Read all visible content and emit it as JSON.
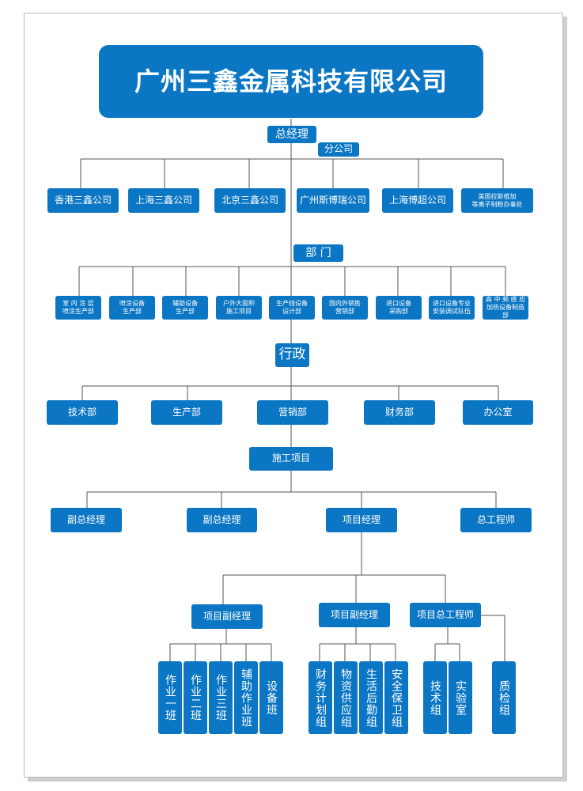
{
  "company_title": "广州三鑫金属科技有限公司",
  "general_manager": "总经理",
  "branch": {
    "label": "分公司",
    "items": [
      "香港三鑫公司",
      "上海三鑫公司",
      "北京三鑫公司",
      "广州斯博瑞公司",
      "上海博超公司",
      "美国拉斯维加\n等离子制粉办事处"
    ]
  },
  "departments": {
    "label": "部 门",
    "items": [
      "室 内 涂 层\n喷涂生产部",
      "喷涂设备\n生产部",
      "辅助设备\n生产部",
      "户外大面积\n施工项目",
      "生产线设备\n设计部",
      "国内外销售\n营销部",
      "进口设备\n采购部",
      "进口设备专业\n安装调试队伍",
      "高 中 频 感 应\n加热设备制造部"
    ]
  },
  "admin": {
    "label": "行政",
    "items": [
      "技术部",
      "生产部",
      "营销部",
      "财务部",
      "办公室"
    ]
  },
  "construction": {
    "label": "施工项目",
    "items": [
      "副总经理",
      "副总经理",
      "项目经理",
      "总工程师"
    ]
  },
  "project": {
    "deputy_manager_a": "项目副经理",
    "deputy_manager_b": "项目副经理",
    "chief_engineer": "项目总工程师",
    "group_a": [
      "作业一班",
      "作业二班",
      "作业三班",
      "辅助作业班",
      "设备班"
    ],
    "group_b": [
      "财务计划组",
      "物资供应组",
      "生活后勤组",
      "安全保卫组"
    ],
    "group_c": [
      "技术组",
      "实验室"
    ],
    "qc": "质检组"
  }
}
